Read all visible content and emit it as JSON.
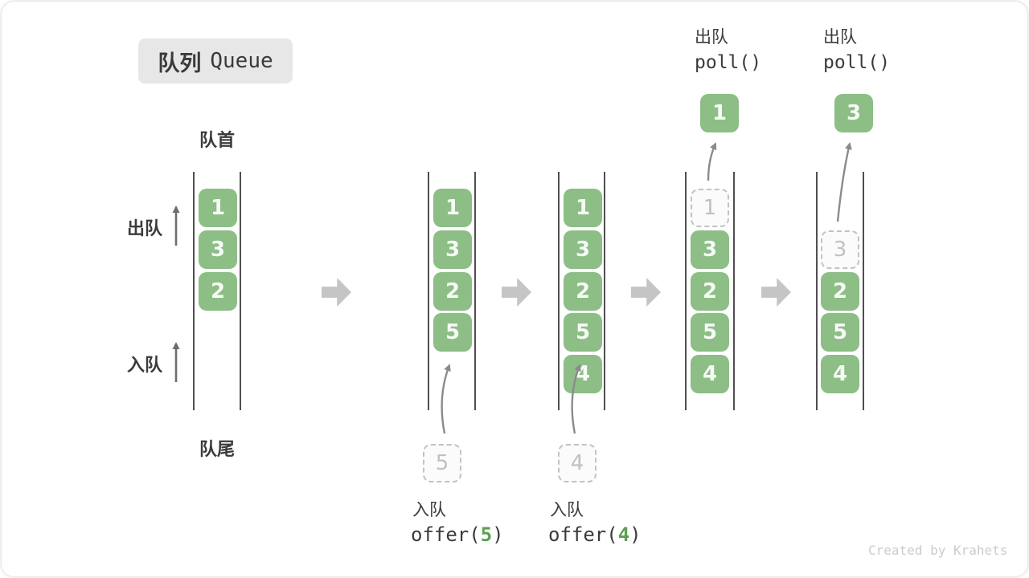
{
  "title": {
    "zh": "队列",
    "en": "Queue"
  },
  "side_labels": {
    "front": "队首",
    "rear": "队尾",
    "dequeue": "出队",
    "enqueue": "入队"
  },
  "queues": [
    {
      "cells": [
        "1",
        "3",
        "2"
      ]
    },
    {
      "cells": [
        "1",
        "3",
        "2",
        "5"
      ],
      "incoming": "5"
    },
    {
      "cells": [
        "1",
        "3",
        "2",
        "5",
        "4"
      ],
      "incoming": "4"
    },
    {
      "removed": "1",
      "cells": [
        "3",
        "2",
        "5",
        "4"
      ],
      "outgoing": "1"
    },
    {
      "removed": "3",
      "cells": [
        "2",
        "5",
        "4"
      ],
      "outgoing": "3"
    }
  ],
  "operations": {
    "enqueue_5": {
      "label": "入队",
      "fn": "offer(",
      "arg": "5",
      "close": ")"
    },
    "enqueue_4": {
      "label": "入队",
      "fn": "offer(",
      "arg": "4",
      "close": ")"
    },
    "dequeue_1": {
      "label": "出队",
      "fn": "poll()"
    },
    "dequeue_3": {
      "label": "出队",
      "fn": "poll()"
    }
  },
  "watermark": "Created by Krahets",
  "colors": {
    "cell_green": "#8CBE86",
    "arg_green": "#5CA050",
    "block_arrow_gray": "#C5C5C5",
    "dashed_gray": "#C2C2C2",
    "text_dark": "#3B3B3B",
    "line_dark": "#4F4F4F",
    "watermark_gray": "#CBCBCB"
  }
}
